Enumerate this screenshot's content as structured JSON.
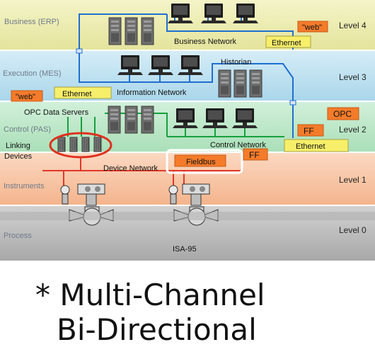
{
  "zones": {
    "business": "Business (ERP)",
    "execution": "Execution (MES)",
    "control": "Control (PAS)",
    "instruments": "Instruments",
    "process": "Process"
  },
  "levels": {
    "level4": "Level 4",
    "level3": "Level 3",
    "level2": "Level 2",
    "level1": "Level 1",
    "level0": "Level 0"
  },
  "networks": {
    "business": "Business Network",
    "information": "Information Network",
    "control": "Control Network",
    "device": "Device Network"
  },
  "labels": {
    "historian": "Historian",
    "opc_servers": "OPC Data Servers",
    "linking_line1": "Linking",
    "linking_line2": "Devices",
    "isa": "ISA-95"
  },
  "tags": {
    "web_top": "\"web\"",
    "ethernet_top": "Ethernet",
    "web_mid": "\"web\"",
    "ethernet_mid": "Ethernet",
    "opc": "OPC",
    "ff": "FF",
    "ethernet_right": "Ethernet",
    "fieldbus": "Fieldbus",
    "ff_device": "FF"
  },
  "caption": {
    "line1": "* Multi-Channel",
    "line2": "Bi-Directional"
  },
  "colors": {
    "business": "#e9e9a6",
    "execution": "#bfe1ef",
    "control": "#bde8c9",
    "instruments": "#f8c7a6",
    "process": "#bdbdbd",
    "tag_orange": "#f47b2a",
    "tag_yellow": "#f7ef6a",
    "network_blue": "#1f6fd0",
    "network_green": "#18a040",
    "device_red": "#e2382a",
    "highlight": "#e0301e"
  }
}
